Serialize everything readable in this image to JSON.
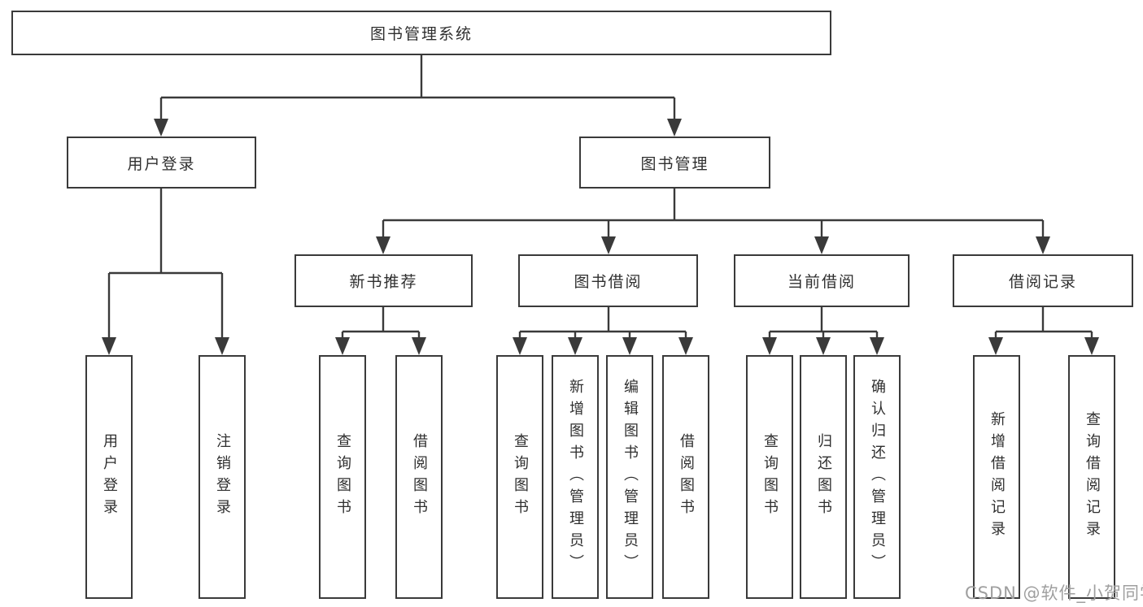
{
  "title": "图书管理系统",
  "watermark": {
    "text": "CSDN @软件_小贺同学"
  },
  "colors": {
    "line": "#3a3a3a",
    "text": "#2f2f2f",
    "box_bg": "#ffffff",
    "watermark": "#9f9f9f"
  },
  "tree": {
    "root": {
      "label": "图书管理系统"
    },
    "branches": [
      {
        "label": "用户登录",
        "children": [
          {
            "label": "用户登录"
          },
          {
            "label": "注销登录"
          }
        ]
      },
      {
        "label": "图书管理",
        "sections": [
          {
            "label": "新书推荐",
            "children": [
              {
                "label": "查询图书"
              },
              {
                "label": "借阅图书"
              }
            ]
          },
          {
            "label": "图书借阅",
            "children": [
              {
                "label": "查询图书"
              },
              {
                "label": "新增图书（管理员）"
              },
              {
                "label": "编辑图书（管理员）"
              },
              {
                "label": "借阅图书"
              }
            ]
          },
          {
            "label": "当前借阅",
            "children": [
              {
                "label": "查询图书"
              },
              {
                "label": "归还图书"
              },
              {
                "label": "确认归还（管理员）"
              }
            ]
          },
          {
            "label": "借阅记录",
            "children": [
              {
                "label": "新增借阅记录"
              },
              {
                "label": "查询借阅记录"
              }
            ]
          }
        ]
      }
    ]
  }
}
